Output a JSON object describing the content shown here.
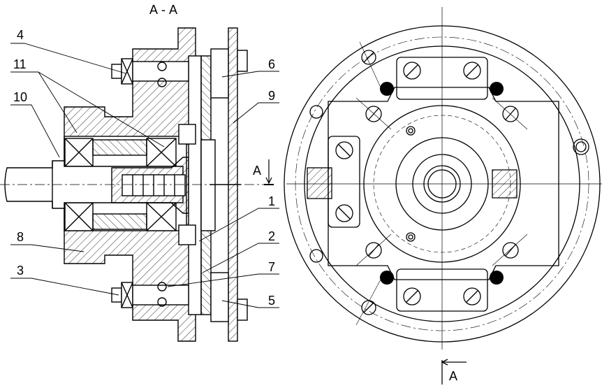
{
  "section_title": "А - А",
  "section_mark_top": "A",
  "section_mark_bottom": "A",
  "callouts": {
    "c1": "1",
    "c2": "2",
    "c3": "3",
    "c4": "4",
    "c5": "5",
    "c6": "6",
    "c7": "7",
    "c8": "8",
    "c9": "9",
    "c10": "10",
    "c11": "11"
  },
  "colors": {
    "line": "#000000",
    "background": "#ffffff"
  }
}
